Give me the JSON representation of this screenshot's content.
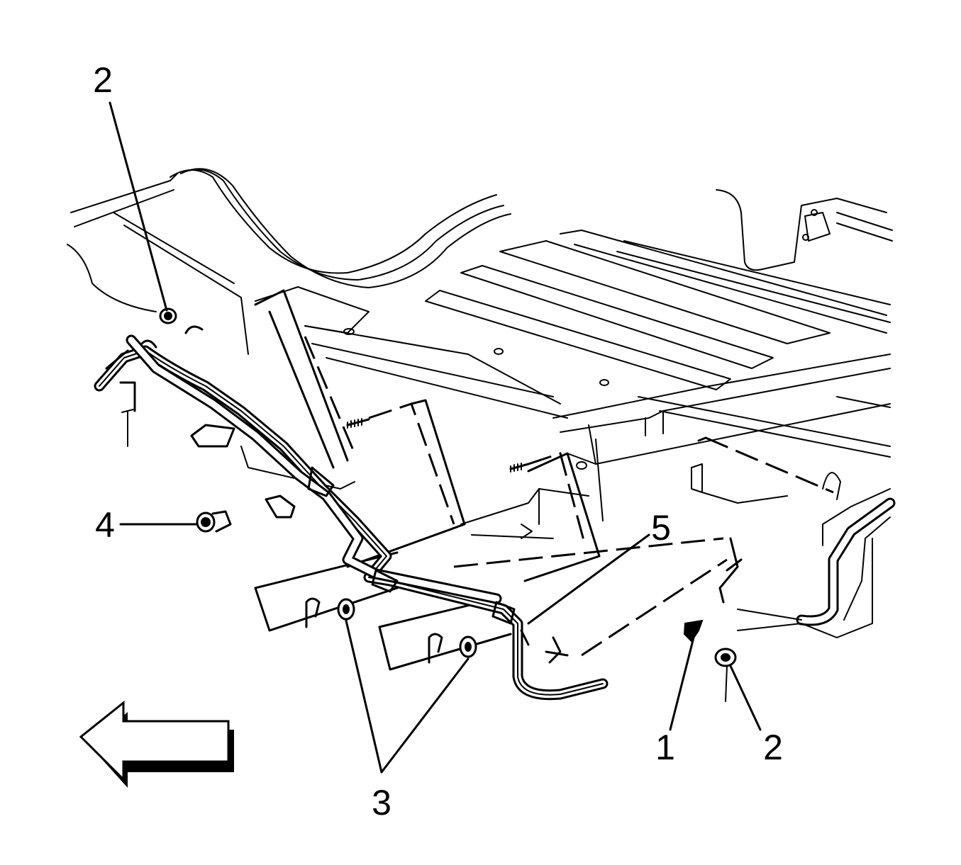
{
  "callouts": [
    {
      "id": "nut-top",
      "label": "2"
    },
    {
      "id": "nut-bottom",
      "label": "2"
    },
    {
      "id": "fastener",
      "label": "1"
    },
    {
      "id": "clips",
      "label": "3"
    },
    {
      "id": "bolt",
      "label": "4"
    },
    {
      "id": "pipe",
      "label": "5"
    }
  ]
}
